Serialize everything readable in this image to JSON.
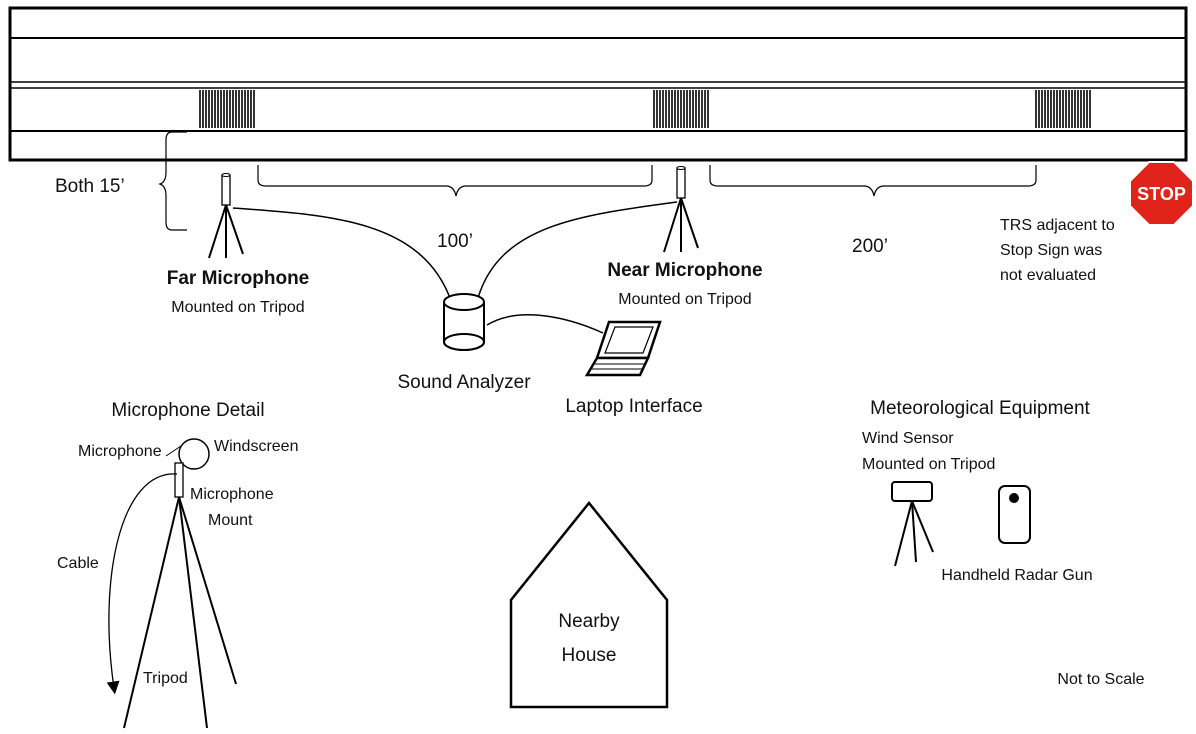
{
  "dimension": "Both 15’",
  "distance_1": "100’",
  "distance_2": "200’",
  "stop_sign": "STOP",
  "trs_note": [
    "TRS adjacent to",
    "Stop Sign was",
    "not evaluated"
  ],
  "far_mic": {
    "title": "Far Microphone",
    "subtitle": "Mounted on Tripod"
  },
  "near_mic": {
    "title": "Near Microphone",
    "subtitle": "Mounted on Tripod"
  },
  "sound_analyzer": "Sound Analyzer",
  "laptop": "Laptop Interface",
  "mic_detail": {
    "title": "Microphone Detail",
    "microphone": "Microphone",
    "windscreen": "Windscreen",
    "mount": [
      "Microphone",
      "Mount"
    ],
    "cable": "Cable",
    "tripod": "Tripod"
  },
  "house": [
    "Nearby",
    "House"
  ],
  "met": {
    "title": "Meteorological Equipment",
    "wind_sensor": [
      "Wind Sensor",
      "Mounted on Tripod"
    ],
    "radar": "Handheld Radar Gun"
  },
  "scale_note": "Not to Scale",
  "colors": {
    "stop_sign": "#e0231b",
    "line": "#000000"
  }
}
